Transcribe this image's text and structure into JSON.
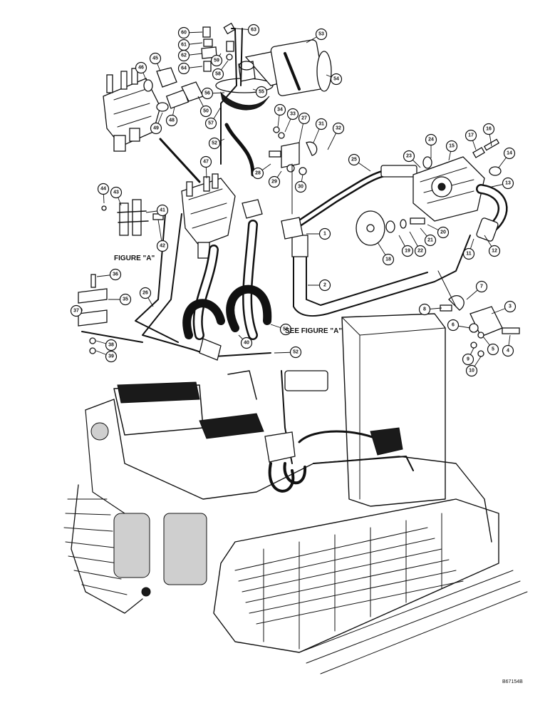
{
  "callouts": [
    "1",
    "2",
    "3",
    "4",
    "5",
    "6",
    "7",
    "8",
    "9",
    "10",
    "11",
    "12",
    "13",
    "14",
    "15",
    "16",
    "17",
    "18",
    "19",
    "20",
    "21",
    "22",
    "23",
    "24",
    "25",
    "26",
    "27",
    "28",
    "29",
    "30",
    "31",
    "32",
    "33",
    "34",
    "35",
    "36",
    "37",
    "38",
    "39",
    "40",
    "41",
    "42",
    "43",
    "44",
    "45",
    "46",
    "47",
    "48",
    "49",
    "50",
    "51",
    "52",
    "53",
    "54",
    "55",
    "56",
    "57",
    "58",
    "59",
    "60",
    "61",
    "62",
    "63",
    "64"
  ],
  "labels": {
    "figure_a": "FIGURE \"A\"",
    "see_figure_a": "SEE FIGURE \"A\"",
    "reference": "B67154B"
  }
}
